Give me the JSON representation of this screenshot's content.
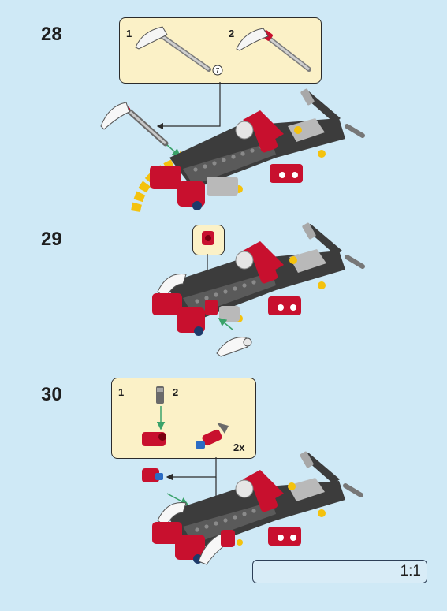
{
  "steps": [
    {
      "number": "28",
      "callout_substeps": [
        "1",
        "2"
      ],
      "part_length": "7"
    },
    {
      "number": "29"
    },
    {
      "number": "30",
      "callout_substeps": [
        "1",
        "2"
      ],
      "quantity": "2x"
    }
  ],
  "ruler": {
    "length_badge": "7",
    "scale": "1:1"
  },
  "colors": {
    "background": "#cfe9f6",
    "callout": "#fbf1c7",
    "red": "#c8102e",
    "dark_gray": "#3c3c3c",
    "light_gray": "#b9b9b9",
    "yellow": "#f4c20d",
    "arrow_green": "#3aa26a"
  }
}
